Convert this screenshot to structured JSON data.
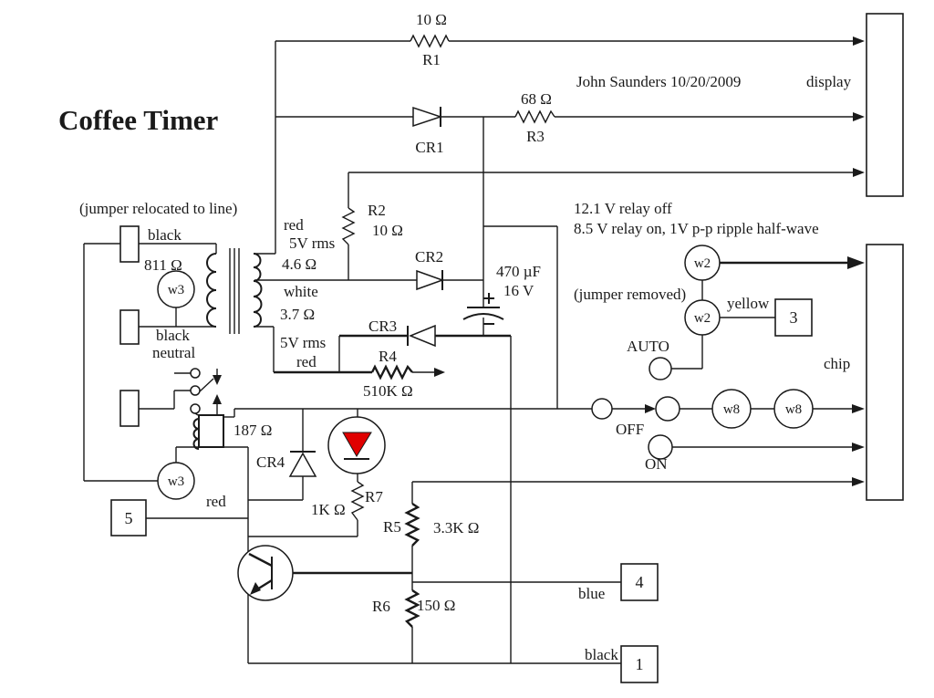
{
  "colors": {
    "ink": "#1a1a1a",
    "led_red": "#e00000",
    "background": "#ffffff"
  },
  "title": "Coffee Timer",
  "author": "John Saunders 10/20/2009",
  "boxes": {
    "display": "display",
    "chip": "chip"
  },
  "resistors": {
    "r1": {
      "name": "R1",
      "value": "10 Ω"
    },
    "r2": {
      "name": "R2",
      "value": "10 Ω"
    },
    "r3": {
      "name": "R3",
      "value": "68 Ω"
    },
    "r4": {
      "name": "R4",
      "value": "510K Ω"
    },
    "r5": {
      "name": "R5",
      "value": "3.3K Ω"
    },
    "r6": {
      "name": "R6",
      "value": "150 Ω"
    },
    "r7": {
      "name": "R7",
      "value": "1K Ω"
    },
    "relay_coil": "187 Ω",
    "transformer_primary": "811 Ω"
  },
  "diodes": {
    "cr1": "CR1",
    "cr2": "CR2",
    "cr3": "CR3",
    "cr4": "CR4"
  },
  "capacitor": {
    "value": "470 µF",
    "voltage": "16 V"
  },
  "notes": {
    "relay_off": "12.1 V relay off",
    "relay_on": "8.5 V relay on, 1V p-p ripple half-wave",
    "jumper_line": "(jumper relocated to line)",
    "jumper_removed": "(jumper removed)"
  },
  "transformer": {
    "black_top": "black",
    "black_neutral1": "black",
    "black_neutral2": "neutral",
    "sec_red": "red",
    "sec_red_rms": "5V rms",
    "sec_red_res": "4.6 Ω",
    "sec_white": "white",
    "sec_white_res": "3.7 Ω",
    "sec_bot_rms": "5V rms",
    "sec_bot_red": "red"
  },
  "wire_labels": {
    "w2": "w2",
    "w3": "w3",
    "w8": "w8",
    "yellow": "yellow",
    "red": "red",
    "blue": "blue",
    "black": "black"
  },
  "switch": {
    "auto": "AUTO",
    "off": "OFF",
    "on": "ON"
  },
  "connectors": {
    "pin1": "1",
    "pin3": "3",
    "pin4": "4",
    "pin5": "5"
  }
}
